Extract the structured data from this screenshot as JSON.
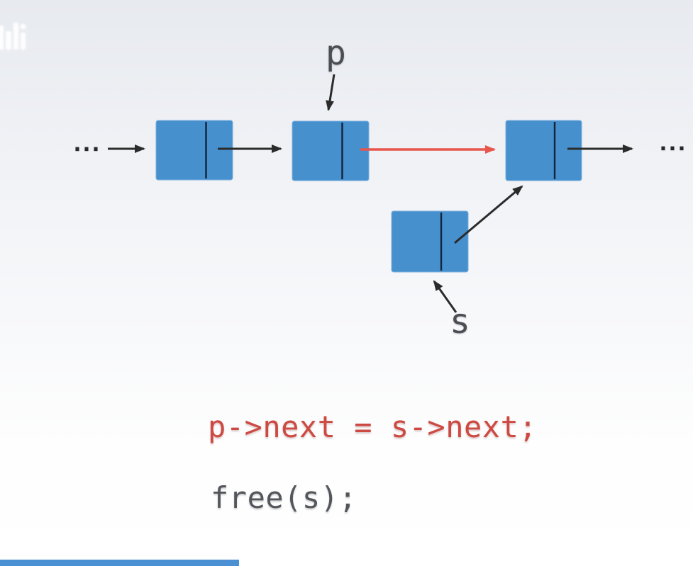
{
  "diagram": {
    "title_semantics": "singly linked list node deletion",
    "labels": {
      "p": "p",
      "s": "s"
    },
    "ellipsis_left": "...",
    "ellipsis_right": "...",
    "node_fill_color": "#4790ce",
    "node_divider_color": "#13273f",
    "arrow_color": "#2b2b2b",
    "highlight_arrow_color": "#e8554d",
    "nodes": [
      {
        "id": "node-1",
        "fields": [
          "data",
          "next"
        ]
      },
      {
        "id": "node-2-p",
        "fields": [
          "data",
          "next"
        ],
        "pointed_by": "p"
      },
      {
        "id": "node-3",
        "fields": [
          "data",
          "next"
        ]
      },
      {
        "id": "node-s",
        "fields": [
          "data",
          "next"
        ],
        "pointed_by": "s"
      }
    ]
  },
  "code": {
    "line1": "p->next = s->next;",
    "line1_color": "#cd4a42",
    "line2": "free(s);",
    "line2_color": "#53575c"
  },
  "player": {
    "progress_color": "#4a90d2"
  }
}
